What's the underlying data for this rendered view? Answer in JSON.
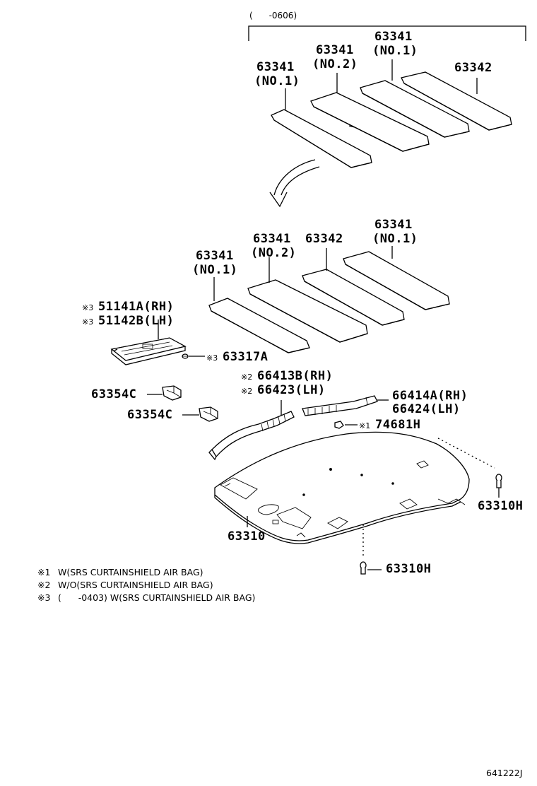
{
  "top_range": "(      -0606)",
  "top_group": {
    "l1_num": "63341",
    "l1_sub": "(NO.1)",
    "l2_num": "63341",
    "l2_sub": "(NO.2)",
    "l3_num": "63341",
    "l3_sub": "(NO.1)",
    "l4_num": "63342"
  },
  "mid_group": {
    "l1_num": "63341",
    "l1_sub": "(NO.1)",
    "l2_num": "63341",
    "l2_sub": "(NO.2)",
    "l3_num": "63342",
    "l4_num": "63341",
    "l4_sub": "(NO.1)"
  },
  "parts": {
    "p51141a": "51141A(RH)",
    "p51142b": "51142B(LH)",
    "p63317a": "63317A",
    "p66413b": "66413B(RH)",
    "p66423": "66423(LH)",
    "p63354c_1": "63354C",
    "p63354c_2": "63354C",
    "p66414a": "66414A(RH)",
    "p66424": "66424(LH)",
    "p74681h": "74681H",
    "p63310": "63310",
    "p63310h_1": "63310H",
    "p63310h_2": "63310H"
  },
  "marks": {
    "m3a": "※3",
    "m3b": "※3",
    "m3c": "※3",
    "m2a": "※2",
    "m2b": "※2",
    "m1": "※1"
  },
  "notes": {
    "n1_mark": "※1",
    "n1_text": "W(SRS CURTAINSHIELD AIR BAG)",
    "n2_mark": "※2",
    "n2_text": "W/O(SRS CURTAINSHIELD AIR BAG)",
    "n3_mark": "※3",
    "n3_text": "(      -0403) W(SRS CURTAINSHIELD AIR BAG)"
  },
  "diagram_code": "641222J"
}
